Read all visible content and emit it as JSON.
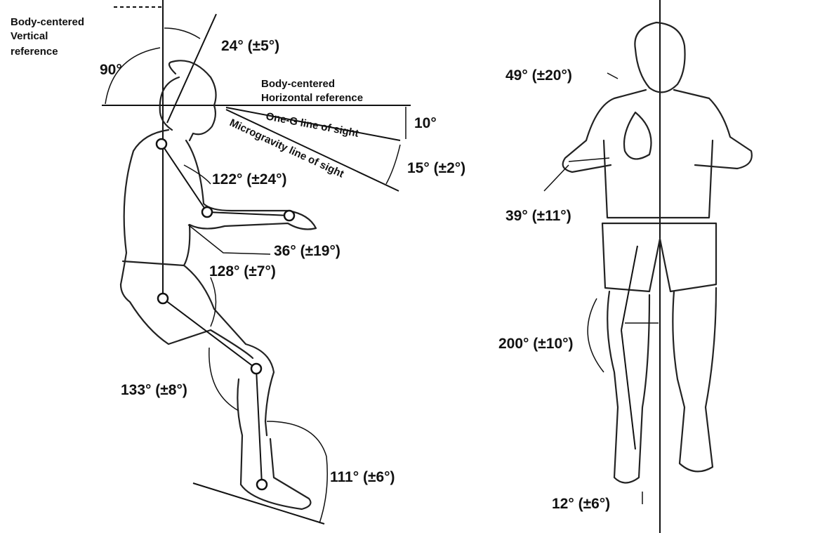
{
  "left_figure": {
    "vertical_reference": [
      "Body-centered",
      "Vertical",
      "reference"
    ],
    "horizontal_reference": [
      "Body-centered",
      "Horizontal reference"
    ],
    "one_g_line": "One-G line of sight",
    "microgravity_line": "Microgravity line of sight",
    "angles": {
      "head_tilt": "24° (±5°)",
      "vertical": "90°",
      "one_g_offset": "10°",
      "microgravity_offset": "15° (±2°)",
      "shoulder": "122° (±24°)",
      "elbow": "36° (±19°)",
      "hip": "128° (±7°)",
      "knee": "133° (±8°)",
      "ankle": "111° (±6°)"
    }
  },
  "right_figure": {
    "angles": {
      "shoulder_abduction": "49° (±20°)",
      "forearm": "39° (±11°)",
      "thigh": "200° (±10°)",
      "foot": "12° (±6°)"
    }
  }
}
